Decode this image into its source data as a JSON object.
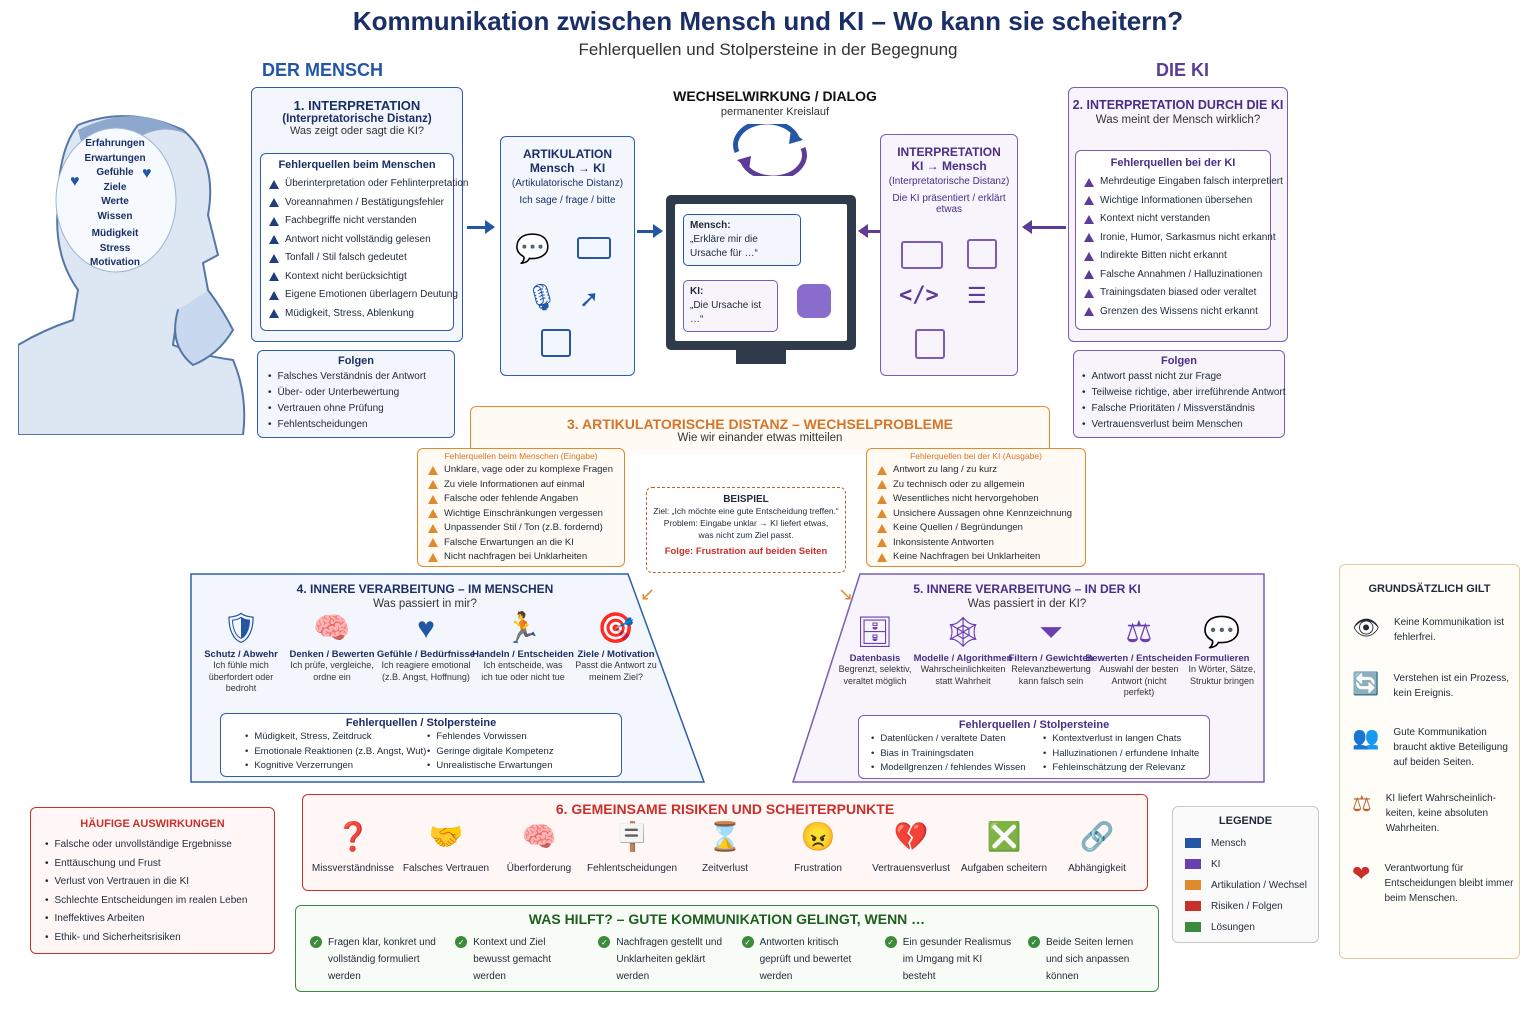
{
  "title": "Kommunikation zwischen Mensch und KI – Wo kann sie scheitern?",
  "subtitle": "Fehlerquellen und Stolpersteine in der Begegnung",
  "der_mensch": "DER MENSCH",
  "die_ki": "DIE KI",
  "head_words": [
    "Erfahrungen",
    "Erwartungen",
    "Gefühle",
    "Ziele",
    "Werte",
    "Wissen",
    "Müdigkeit",
    "Stress",
    "Motivation"
  ],
  "interp1": {
    "title": "1. INTERPRETATION",
    "subtitle": "(Interpretatorische Distanz)",
    "question": "Was zeigt oder sagt die KI?",
    "list_title": "Fehlerquellen beim Menschen",
    "items": [
      "Überinterpretation oder Fehlinterpretation",
      "Voreannahmen / Bestätigungsfehler",
      "Fachbegriffe nicht verstanden",
      "Antwort nicht vollständig gelesen",
      "Tonfall / Stil falsch gedeutet",
      "Kontext nicht berücksichtigt",
      "Eigene Emotionen überlagern Deutung",
      "Müdigkeit, Stress, Ablenkung"
    ]
  },
  "folgen_left": {
    "title": "Folgen",
    "items": [
      "Falsches Verständnis der Antwort",
      "Über- oder Unterbewertung",
      "Vertrauen ohne Prüfung",
      "Fehlentscheidungen"
    ]
  },
  "artikulation": {
    "title": "ARTIKULATION",
    "line2": "Mensch → KI",
    "line3": "(Artikulatorische Distanz)",
    "line4": "Ich sage / frage / bitte"
  },
  "dialog": {
    "title": "WECHSELWIRKUNG / DIALOG",
    "sub": "permanenter Kreislauf",
    "human_label": "Mensch:",
    "human_msg": "„Erkläre mir die Ursache für …“",
    "ki_label": "KI:",
    "ki_msg": "„Die Ursache ist …“"
  },
  "interp_ki_small": {
    "title": "INTERPRETATION",
    "line2": "KI → Mensch",
    "line3": "(Interpretatorische Distanz)",
    "line4": "Die KI präsentiert / erklärt etwas"
  },
  "interp2": {
    "title": "2. INTERPRETATION DURCH DIE KI",
    "question": "Was meint der Mensch wirklich?",
    "list_title": "Fehlerquellen bei der KI",
    "items": [
      "Mehrdeutige Eingaben falsch interpretiert",
      "Wichtige Informationen übersehen",
      "Kontext nicht verstanden",
      "Ironie, Humor, Sarkasmus nicht erkannt",
      "Indirekte Bitten nicht erkannt",
      "Falsche Annahmen / Halluzinationen",
      "Trainingsdaten biased oder veraltet",
      "Grenzen des Wissens nicht erkannt"
    ]
  },
  "folgen_right": {
    "title": "Folgen",
    "items": [
      "Antwort passt nicht zur Frage",
      "Teilweise richtige, aber irreführende Antwort",
      "Falsche Prioritäten / Missverständnis",
      "Vertrauensverlust beim Menschen"
    ]
  },
  "sec3": {
    "title": "3. ARTIKULATORISCHE DISTANZ – WECHSELPROBLEME",
    "sub": "Wie wir einander etwas mitteilen",
    "left_title": "Fehlerquellen beim Menschen (Eingabe)",
    "left_items": [
      "Unklare, vage oder zu komplexe Fragen",
      "Zu viele Informationen auf einmal",
      "Falsche oder fehlende Angaben",
      "Wichtige Einschränkungen vergessen",
      "Unpassender Stil / Ton (z.B. fordernd)",
      "Falsche Erwartungen an die KI",
      "Nicht nachfragen bei Unklarheiten"
    ],
    "right_title": "Fehlerquellen bei der KI (Ausgabe)",
    "right_items": [
      "Antwort zu lang / zu kurz",
      "Zu technisch oder zu allgemein",
      "Wesentliches nicht hervorgehoben",
      "Unsichere Aussagen ohne Kennzeichnung",
      "Keine Quellen / Begründungen",
      "Inkonsistente Antworten",
      "Keine Nachfragen bei Unklarheiten"
    ],
    "beispiel_title": "BEISPIEL",
    "beispiel_1": "Ziel: „Ich möchte eine gute Entscheidung treffen.“",
    "beispiel_2": "Problem: Eingabe unklar → KI liefert etwas,",
    "beispiel_3": "was nicht zum Ziel passt.",
    "beispiel_folge": "Folge: Frustration auf beiden Seiten"
  },
  "sec4": {
    "title": "4. INNERE VERARBEITUNG – IM MENSCHEN",
    "sub": "Was passiert in mir?",
    "icons": [
      {
        "icon": "shield-icon",
        "glyph": "🛡",
        "label": "Schutz / Abwehr",
        "desc": "Ich fühle mich überfordert oder bedroht"
      },
      {
        "icon": "brain-icon",
        "glyph": "🧠",
        "label": "Denken / Bewerten",
        "desc": "Ich prüfe, vergleiche, ordne ein"
      },
      {
        "icon": "heart-icon",
        "glyph": "♥",
        "label": "Gefühle / Bedürfnisse",
        "desc": "Ich reagiere emotional (z.B. Angst, Hoffnung)"
      },
      {
        "icon": "running-icon",
        "glyph": "🏃",
        "label": "Handeln / Entscheiden",
        "desc": "Ich entscheide, was ich tue oder nicht tue"
      },
      {
        "icon": "target-icon",
        "glyph": "🎯",
        "label": "Ziele / Motivation",
        "desc": "Passt die Antwort zu meinem Ziel?"
      }
    ],
    "fq_title": "Fehlerquellen / Stolpersteine",
    "fq_left": [
      "Müdigkeit, Stress, Zeitdruck",
      "Emotionale Reaktionen (z.B. Angst, Wut)",
      "Kognitive Verzerrungen"
    ],
    "fq_right": [
      "Fehlendes Vorwissen",
      "Geringe digitale Kompetenz",
      "Unrealistische Erwartungen"
    ]
  },
  "sec5": {
    "title": "5. INNERE VERARBEITUNG – IN DER KI",
    "sub": "Was passiert in der KI?",
    "icons": [
      {
        "icon": "database-icon",
        "glyph": "🗄",
        "label": "Datenbasis",
        "desc": "Begrenzt, selektiv, veraltet möglich"
      },
      {
        "icon": "network-icon",
        "glyph": "🕸",
        "label": "Modelle / Algorithmen",
        "desc": "Wahrscheinlichkeiten statt Wahrheit"
      },
      {
        "icon": "filter-icon",
        "glyph": "⏷",
        "label": "Filtern / Gewichten",
        "desc": "Relevanzbewertung kann falsch sein"
      },
      {
        "icon": "scales-icon",
        "glyph": "⚖",
        "label": "Bewerten / Entscheiden",
        "desc": "Auswahl der besten Antwort (nicht perfekt)"
      },
      {
        "icon": "speech-bubble-icon",
        "glyph": "💬",
        "label": "Formulieren",
        "desc": "In Wörter, Sätze, Struktur bringen"
      }
    ],
    "fq_title": "Fehlerquellen / Stolpersteine",
    "fq_left": [
      "Datenlücken / veraltete Daten",
      "Bias in Trainingsdaten",
      "Modellgrenzen / fehlendes Wissen"
    ],
    "fq_right": [
      "Kontextverlust in langen Chats",
      "Halluzinationen / erfundene Inhalte",
      "Fehleinschätzung der Relevanz"
    ]
  },
  "auswirkungen": {
    "title": "HÄUFIGE AUSWIRKUNGEN",
    "items": [
      "Falsche oder unvollständige Ergebnisse",
      "Enttäuschung und Frust",
      "Verlust von Vertrauen in die KI",
      "Schlechte Entscheidungen im realen Leben",
      "Ineffektives Arbeiten",
      "Ethik- und Sicherheitsrisiken"
    ]
  },
  "sec6": {
    "title": "6. GEMEINSAME RISIKEN UND SCHEITERPUNKTE",
    "items": [
      {
        "icon": "question-bubble-icon",
        "glyph": "❓",
        "label": "Missverständnisse"
      },
      {
        "icon": "handshake-icon",
        "glyph": "🤝",
        "label": "Falsches Vertrauen"
      },
      {
        "icon": "brain-overload-icon",
        "glyph": "🧠",
        "label": "Überforderung"
      },
      {
        "icon": "signpost-icon",
        "glyph": "🪧",
        "label": "Fehlentscheidungen"
      },
      {
        "icon": "hourglass-icon",
        "glyph": "⌛",
        "label": "Zeitverlust"
      },
      {
        "icon": "angry-face-icon",
        "glyph": "😠",
        "label": "Frustration"
      },
      {
        "icon": "broken-heart-icon",
        "glyph": "💔",
        "label": "Vertrauensverlust"
      },
      {
        "icon": "x-box-icon",
        "glyph": "❎",
        "label": "Aufgaben scheitern"
      },
      {
        "icon": "chain-icon",
        "glyph": "🔗",
        "label": "Abhängigkeit"
      }
    ]
  },
  "hilft": {
    "title": "WAS HILFT? – GUTE KOMMUNIKATION GELINGT, WENN …",
    "items": [
      "Fragen klar, konkret und vollständig formuliert werden",
      "Kontext und Ziel bewusst gemacht werden",
      "Nachfragen gestellt und Unklarheiten geklärt werden",
      "Antworten kritisch geprüft und bewertet werden",
      "Ein gesunder Realismus im Umgang mit KI besteht",
      "Beide Seiten lernen und sich anpassen können"
    ]
  },
  "legende": {
    "title": "LEGENDE",
    "items": [
      {
        "color": "#2456a6",
        "label": "Mensch"
      },
      {
        "color": "#6a3fb0",
        "label": "KI"
      },
      {
        "color": "#e08a2e",
        "label": "Artikulation / Wechsel"
      },
      {
        "color": "#c9302c",
        "label": "Risiken / Folgen"
      },
      {
        "color": "#3c8a3c",
        "label": "Lösungen"
      }
    ]
  },
  "grundsatz": {
    "title": "GRUNDSÄTZLICH GILT",
    "items": [
      {
        "icon": "eye-icon",
        "glyph": "👁",
        "text": "Keine Kommunikation ist fehlerfrei."
      },
      {
        "icon": "cycle-icon",
        "glyph": "🔄",
        "text": "Verstehen ist ein Prozess, kein Ereignis."
      },
      {
        "icon": "people-icon",
        "glyph": "👥",
        "text": "Gute Kommunikation braucht aktive Beteiligung auf beiden Seiten."
      },
      {
        "icon": "scales-icon",
        "glyph": "⚖",
        "text": "KI liefert Wahrscheinlich-keiten, keine absoluten Wahrheiten."
      },
      {
        "icon": "heart-hand-icon",
        "glyph": "❤",
        "text": "Verantwortung für Entscheidungen bleibt immer beim Menschen."
      }
    ]
  }
}
